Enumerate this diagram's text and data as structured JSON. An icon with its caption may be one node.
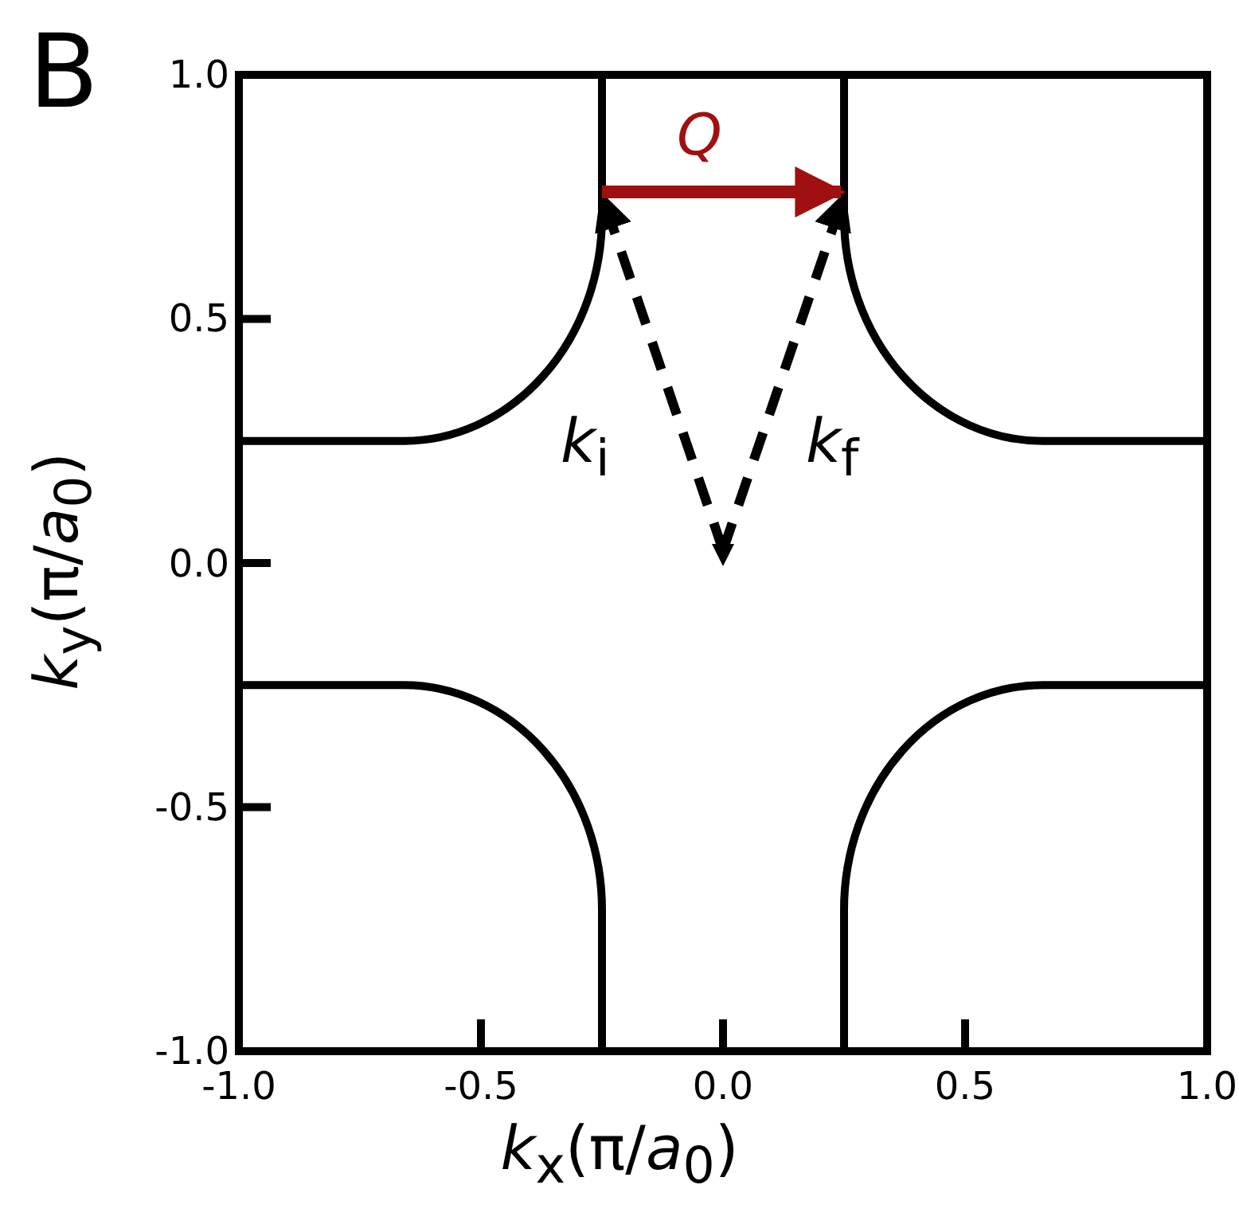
{
  "diagram": {
    "labels": [
      "B",
      "*Q*",
      "*k*$_{i}$",
      "*k*$_{f}$"
    ],
    "chart_data": {
      "type": "line",
      "xlabel": "*k*$_{x}$(π/*a*$_{0}$)",
      "ylabel": "*k*$_{y}$(π/*a*$_{0}$)",
      "xlim": [
        -1,
        1
      ],
      "ylim": [
        -1,
        1
      ],
      "xticks": [
        {
          "value": -1,
          "label": "-1.0"
        },
        {
          "value": -0.5,
          "label": "-0.5"
        },
        {
          "value": 0,
          "label": "0.0"
        },
        {
          "value": 0.5,
          "label": "0.5"
        },
        {
          "value": 1,
          "label": "1.0"
        }
      ],
      "yticks": [
        {
          "value": -1,
          "label": "-1.0"
        },
        {
          "value": -0.5,
          "label": "-0.5"
        },
        {
          "value": 0,
          "label": "0.0"
        },
        {
          "value": 0.5,
          "label": "0.5"
        },
        {
          "value": 1,
          "label": "1.0"
        }
      ]
    }
  }
}
